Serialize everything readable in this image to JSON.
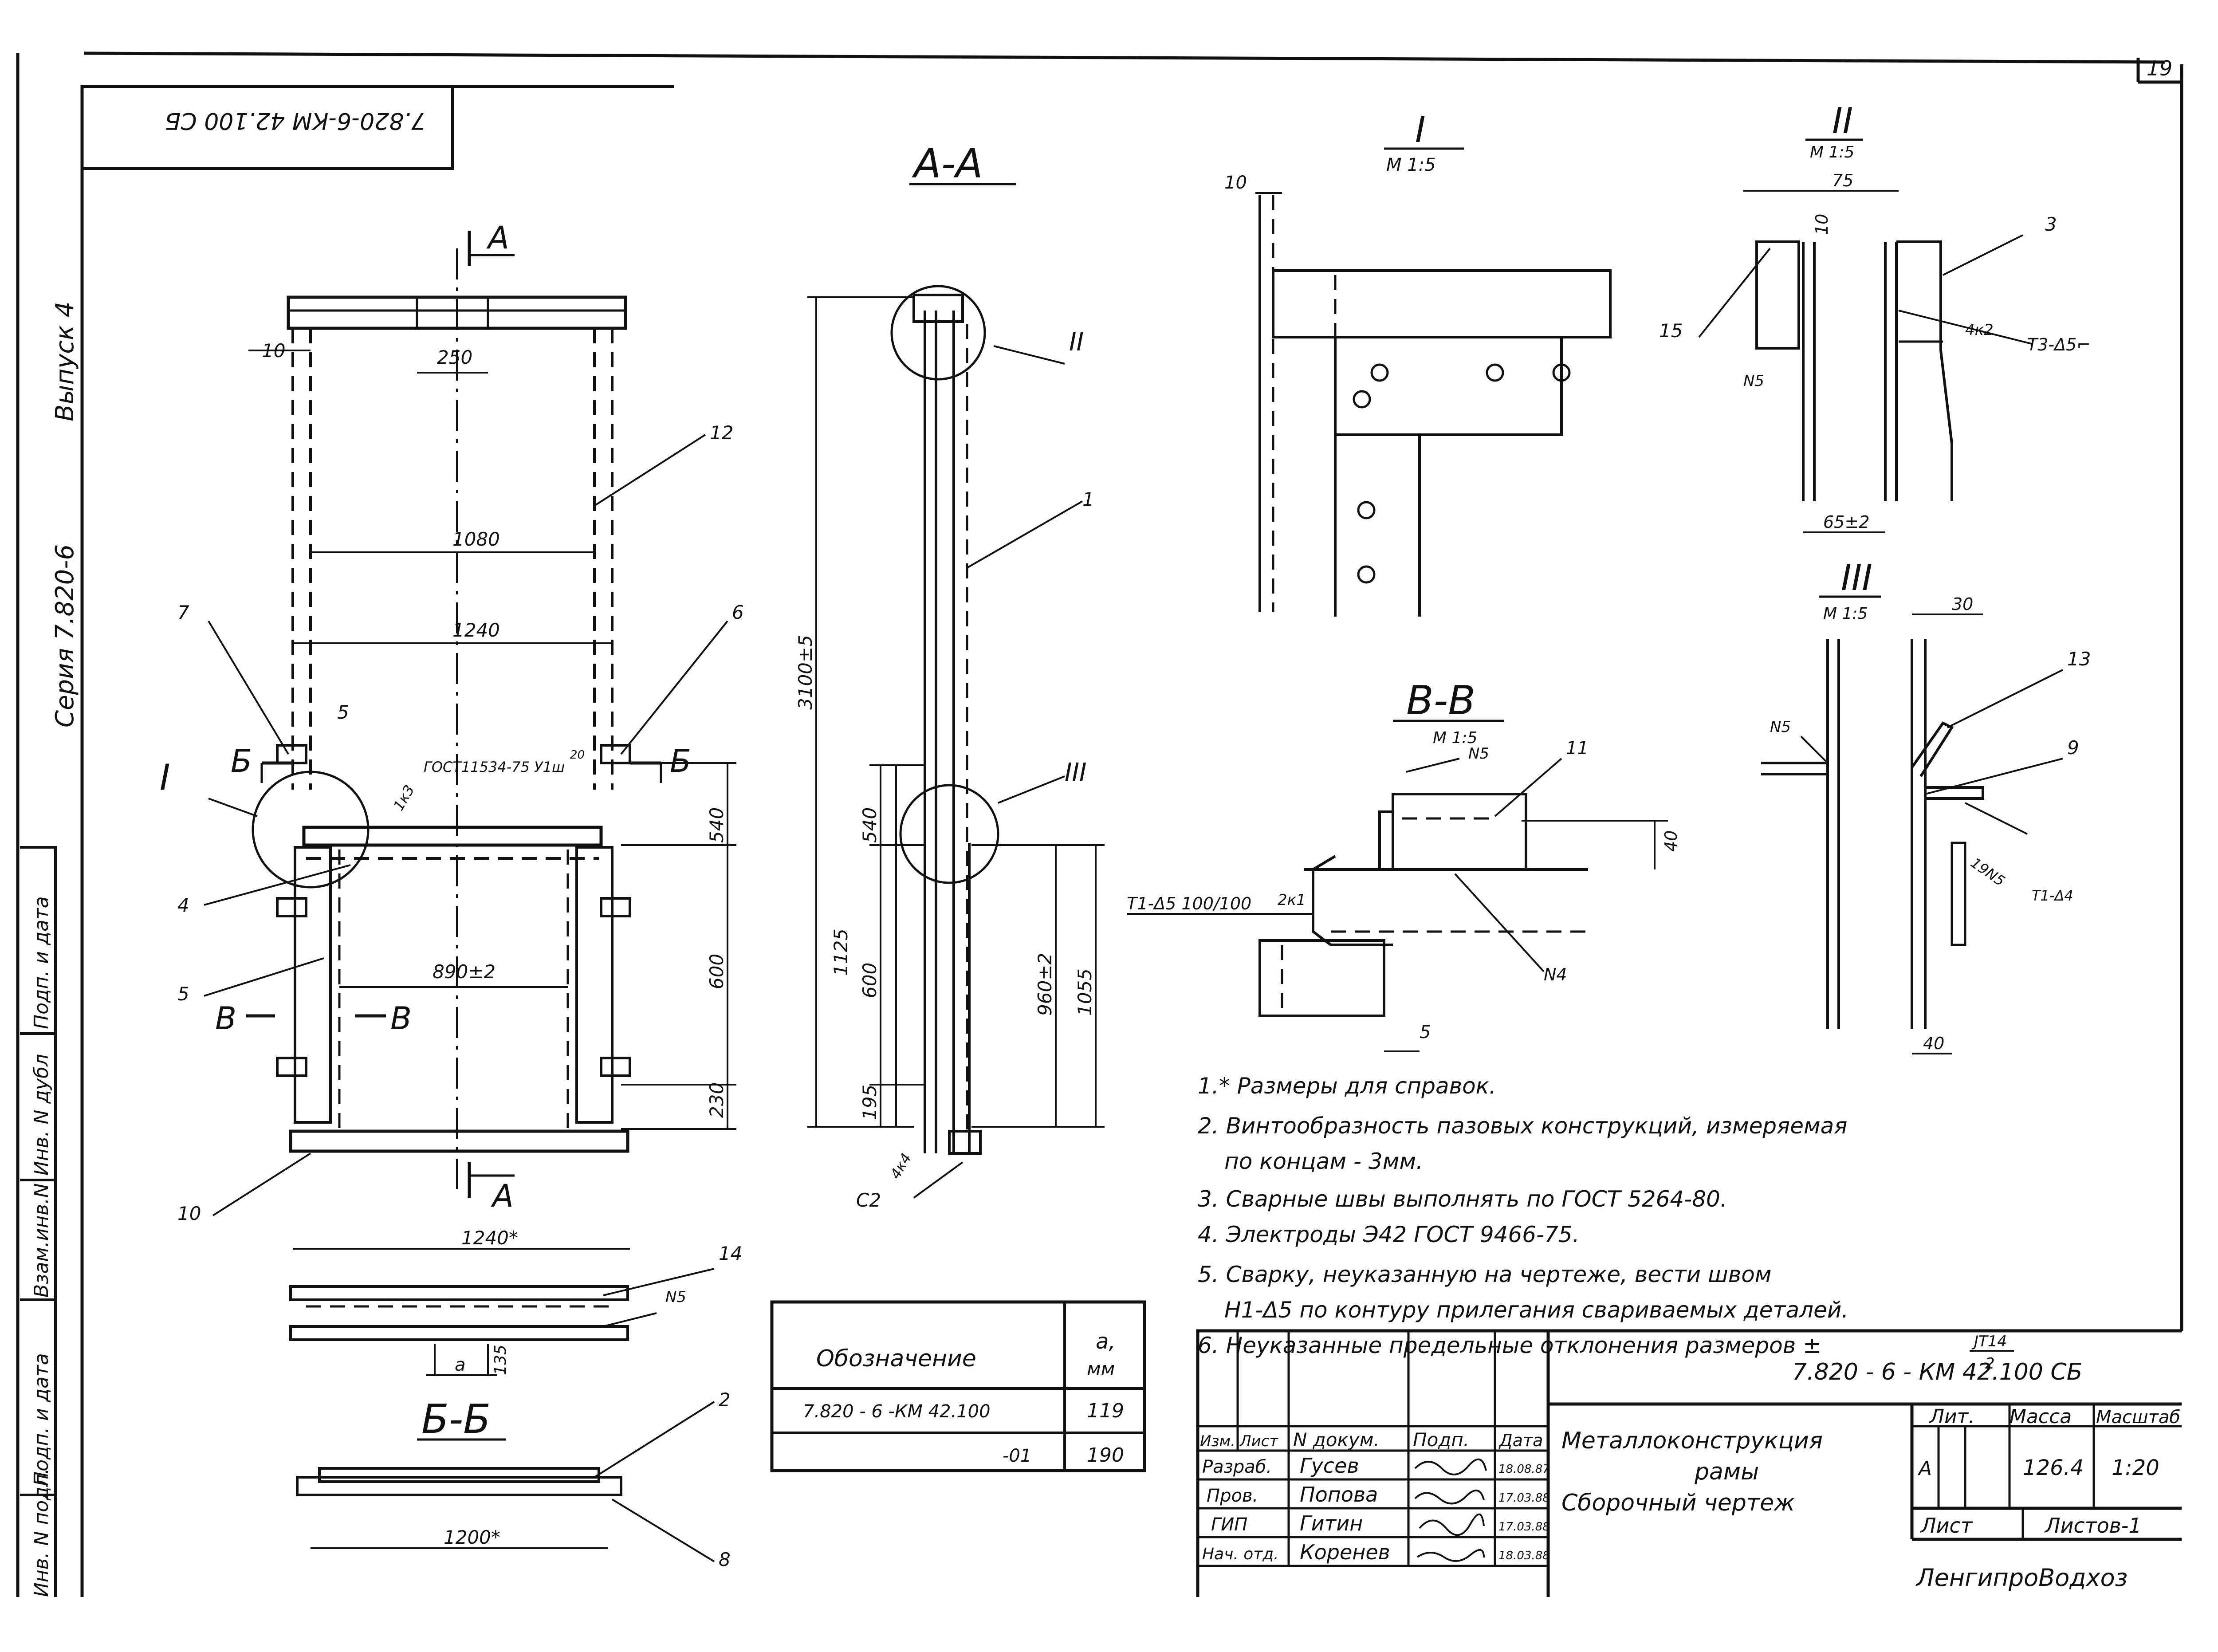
{
  "sheet": {
    "number": "19",
    "stamp_rotated": "7.820-6-КМ 42.100 СБ",
    "side_series": "Серия   7.820-6",
    "side_issue": "Выпуск 4",
    "side_cols": [
      "Инв. N подл.",
      "Подп. и дата",
      "Взам.инв.N",
      "Инв. N дубл",
      "Подп. и дата"
    ]
  },
  "views": {
    "aa": "А-А",
    "bb": "Б-Б",
    "vv": "В-В",
    "d1": "I",
    "d2": "II",
    "d3": "III",
    "scale": "М 1:5"
  },
  "section_marks": [
    "А",
    "А",
    "Б",
    "Б",
    "В",
    "В"
  ],
  "front_view": {
    "dims": [
      "250",
      "1080",
      "1240",
      "5",
      "890±2",
      "540",
      "600",
      "230"
    ],
    "callouts": [
      "10",
      "12",
      "7",
      "6",
      "4",
      "5",
      "10",
      "I"
    ],
    "weld_note": "ГОСТ11534-75 У1ш",
    "weld_sub": "20",
    "weld_side": "1к3"
  },
  "aa_view": {
    "dims": [
      "3100±5",
      "540",
      "1125",
      "600",
      "195",
      "960±2",
      "1055"
    ],
    "callouts": [
      "II",
      "1",
      "III",
      "С2",
      "4к4"
    ]
  },
  "detail1": {
    "dim": "10"
  },
  "detail2": {
    "dims": [
      "75",
      "10",
      "65±2"
    ],
    "callouts": [
      "3",
      "15",
      "N5",
      "4к2",
      "Т3-Δ5⌐"
    ]
  },
  "detail3": {
    "dims": [
      "30",
      "40"
    ],
    "callouts": [
      "13",
      "9",
      "N5",
      "19N5",
      "Т1-Δ4"
    ]
  },
  "vv_view": {
    "dims": [
      "40",
      "5"
    ],
    "callouts": [
      "N5",
      "11",
      "N4",
      "2к1"
    ],
    "weld": "Т1-Δ5 100/100"
  },
  "bb_view": {
    "dims": [
      "1240*",
      "a",
      "135",
      "1200*"
    ],
    "callouts": [
      "14",
      "N5",
      "2",
      "8"
    ]
  },
  "notes": [
    "1.* Размеры для справок.",
    "2. Винтообразность пазовых конструкций, измеряемая",
    "по концам - 3мм.",
    "3. Сварные швы выполнять по ГОСТ 5264-80.",
    "4. Электроды Э42   ГОСТ 9466-75.",
    "5. Сварку, неуказанную на чертеже, вести швом",
    "Н1-Δ5 по контуру прилегания свариваемых деталей.",
    "6. Неуказанные предельные отклонения размеров ±"
  ],
  "tolerance": {
    "top": "JT14",
    "bottom": "2"
  },
  "design_table": {
    "headers": [
      "Обозначение",
      "a,",
      "мм"
    ],
    "rows": [
      {
        "code": "7.820 - 6 -КМ 42.100",
        "a": "119"
      },
      {
        "code": "-01",
        "a": "190"
      }
    ]
  },
  "title_block": {
    "code": "7.820 - 6 - КМ 42.100 СБ",
    "title": [
      "Металлоконструкция",
      "рамы",
      "Сборочный чертеж"
    ],
    "col_headers": [
      "Изм.",
      "Лист",
      "N докум.",
      "Подп.",
      "Дата"
    ],
    "people": [
      {
        "role": "Разраб.",
        "name": "Гусев",
        "date": "18.08.87"
      },
      {
        "role": "Пров.",
        "name": "Попова",
        "date": "17.03.88"
      },
      {
        "role": "ГИП",
        "name": "Гитин",
        "date": "17.03.88"
      },
      {
        "role": "Нач. отд.",
        "name": "Коренев",
        "date": "18.03.88"
      }
    ],
    "lit_label": "Лит.",
    "lit_value": "А",
    "mass_label": "Масса",
    "mass": "126.4",
    "scale_label": "Масштаб",
    "scale": "1:20",
    "sheet_label": "Лист",
    "sheets_label": "Листов-1",
    "org": "ЛенгипроВодхоз"
  }
}
